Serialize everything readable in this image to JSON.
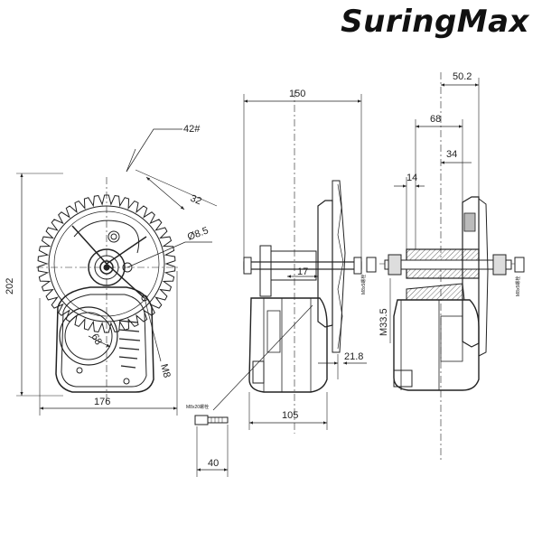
{
  "brand": "SuringMax",
  "front_view": {
    "teeth": "42#",
    "chainring_offset": "32",
    "hole_diameter": "Ø8.5",
    "housing_radius": "68",
    "mount_thread": "M8",
    "width": "176",
    "height": "202"
  },
  "side_view": {
    "overall_width": "150",
    "spacer": "17",
    "body_width": "105",
    "chainline": "21.8",
    "bolt_length": "40",
    "bolt_label": "M8x20螺栓"
  },
  "rear_view": {
    "offset_a": "50.2",
    "offset_b": "68",
    "offset_c": "34",
    "offset_d": "14",
    "bb_thread": "M33.5",
    "bolt_label_left": "M8x5螺栓",
    "bolt_label_right": "M8x5螺栓"
  }
}
